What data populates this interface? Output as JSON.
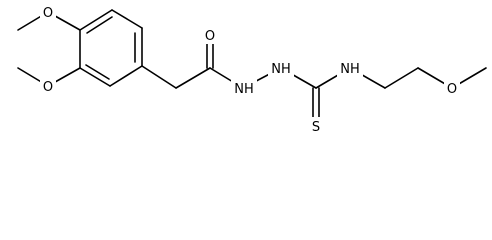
{
  "atoms": {
    "o_para": "O",
    "o_meta": "O",
    "o_carbonyl": "O",
    "nh1": "NH",
    "nh2": "NH",
    "nh3": "NH",
    "s_thio": "S",
    "o_ether": "O"
  }
}
